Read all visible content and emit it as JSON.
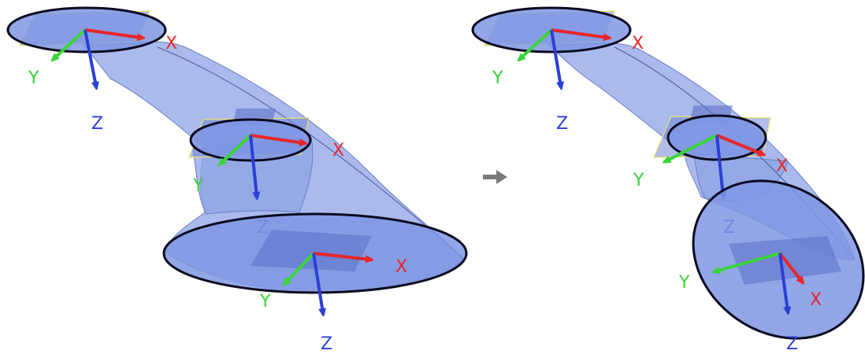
{
  "labels": {
    "x": "X",
    "y": "Y",
    "z": "Z"
  },
  "colors": {
    "x_axis": "#e8262a",
    "y_axis": "#3ad43a",
    "z_axis": "#2b3fd6",
    "surface": "#8ea3e6",
    "profile_edge": "#0a0a20",
    "arrow": "#7a7a7a"
  },
  "icons": {
    "transition": "right-arrow-icon"
  }
}
